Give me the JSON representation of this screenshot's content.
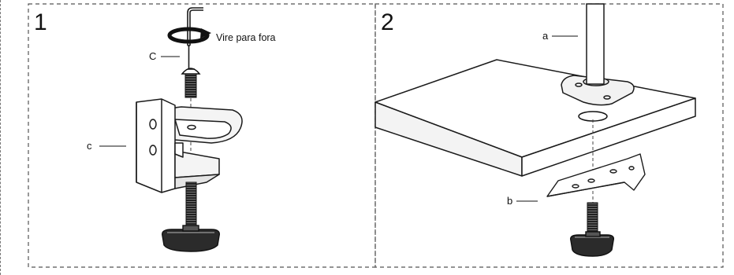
{
  "steps": [
    {
      "number": "1",
      "rotate_note": "Vire para fora",
      "labels": {
        "screw": "C",
        "clamp": "c"
      }
    },
    {
      "number": "2",
      "labels": {
        "pole": "a",
        "bracket": "b"
      }
    }
  ],
  "colors": {
    "line": "#1a1a1a",
    "dash": "#555555",
    "plate": "#f2f2f2",
    "knob": "#2b2b2b"
  }
}
